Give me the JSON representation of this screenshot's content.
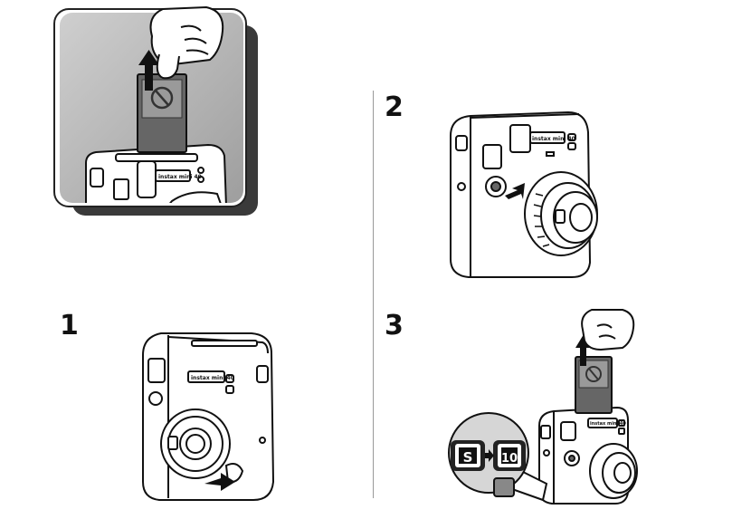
{
  "steps": [
    {
      "number": "1"
    },
    {
      "number": "2"
    },
    {
      "number": "3"
    }
  ],
  "camera": {
    "brand_label": "instax mini 40"
  },
  "counter": {
    "from_label": "S",
    "to_label": "10"
  },
  "icons": [
    "no-entry-icon",
    "up-arrow-icon",
    "push-arrow-icon",
    "right-arrow-icon"
  ],
  "colors": {
    "ink": "#111111",
    "panel_gray": "#bdbdbd",
    "shadow": "#3a3a3a",
    "film_dark": "#666666",
    "window_gray": "#8a8a8a"
  }
}
